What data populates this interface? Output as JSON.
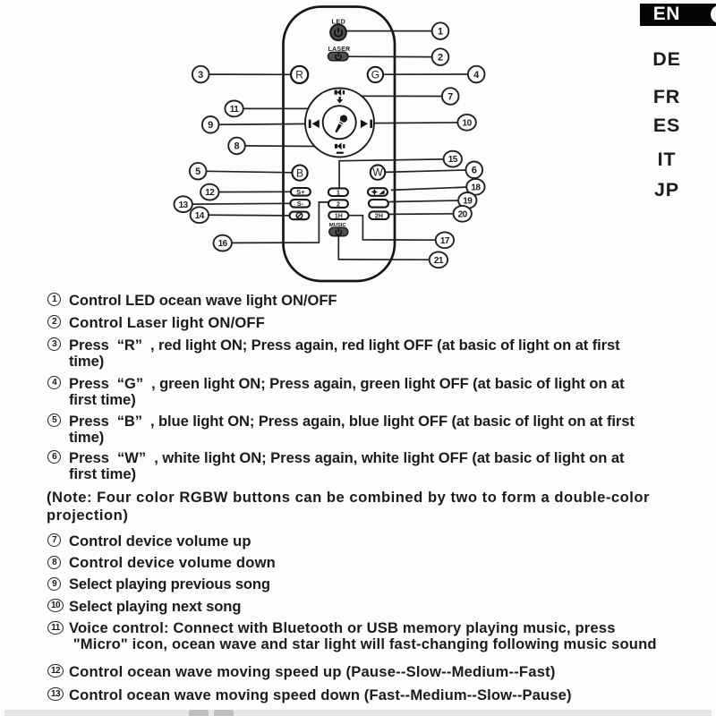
{
  "language_bar": {
    "active": "EN",
    "items": [
      "DE",
      "FR",
      "ES",
      "IT",
      "JP"
    ]
  },
  "remote": {
    "led_label": "LED",
    "laser_label": "LASER",
    "music_label": "MUSIC",
    "buttons": {
      "r": "R",
      "g": "G",
      "b": "B",
      "w": "W",
      "s_plus": "S+",
      "s_minus": "S-",
      "timer1": "1",
      "timer2": "2",
      "timer_1h": "1H",
      "timer_2h": "2H"
    }
  },
  "callouts": [
    "1",
    "2",
    "3",
    "4",
    "5",
    "6",
    "7",
    "8",
    "9",
    "10",
    "11",
    "12",
    "13",
    "14",
    "15",
    "16",
    "17",
    "18",
    "19",
    "20",
    "21"
  ],
  "instructions": [
    {
      "num": "1",
      "text": "Control LED ocean wave light ON/OFF"
    },
    {
      "num": "2",
      "text": "Control Laser light ON/OFF"
    },
    {
      "num": "3",
      "text": "Press  “R”  , red light ON; Press again, red light OFF (at basic of light on at first\ntime)"
    },
    {
      "num": "4",
      "text": "Press  “G”  , green light ON; Press again, green light OFF (at basic of light on at\nfirst time)"
    },
    {
      "num": "5",
      "text": "Press  “B”  , blue light ON; Press again, blue light OFF (at basic of light on at first\ntime)"
    },
    {
      "num": "6",
      "text": "Press  “W”  , white light ON; Press again, white light OFF (at basic of light on at\nfirst time)"
    },
    {
      "num": "",
      "text": "(Note: Four color RGBW buttons can be combined by two to form a double-color\nprojection)"
    },
    {
      "num": "7",
      "text": "Control device volume up"
    },
    {
      "num": "8",
      "text": "Control device volume down"
    },
    {
      "num": "9",
      "text": "Select playing previous song"
    },
    {
      "num": "10",
      "text": "Select playing next song"
    },
    {
      "num": "11",
      "text": "Voice control: Connect with Bluetooth or USB memory playing music, press\n \"Micro\" icon, ocean wave and star light will fast-changing following music sound"
    },
    {
      "num": "12",
      "text": "Control ocean wave moving speed up (Pause--Slow--Medium--Fast)"
    },
    {
      "num": "13",
      "text": "Control ocean wave moving speed down (Fast--Medium--Slow--Pause)"
    }
  ]
}
